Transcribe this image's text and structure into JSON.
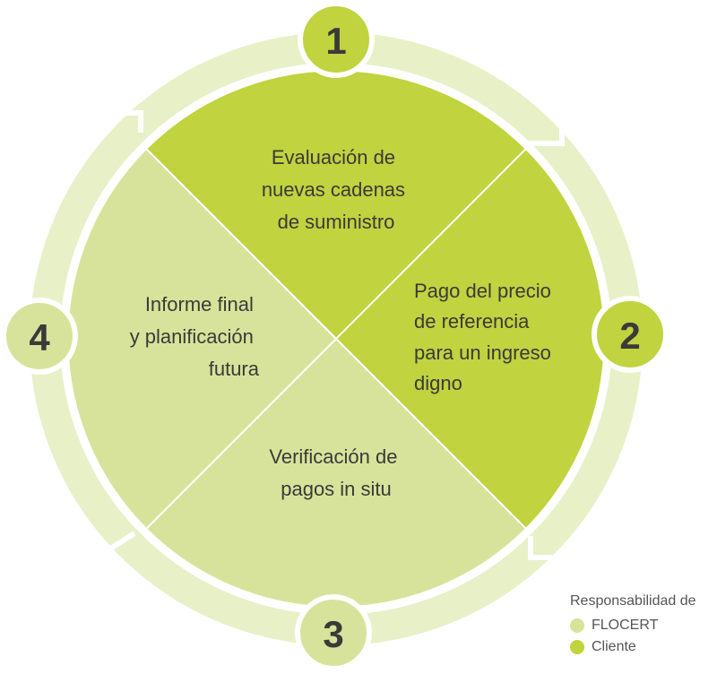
{
  "colors": {
    "ring": "#e8f0c8",
    "flocert": "#d7e39a",
    "cliente": "#c1d33e",
    "badge_stroke": "#ffffff",
    "text": "#3a3a3a"
  },
  "quadrants": [
    {
      "id": "top",
      "owner": "cliente",
      "lines": [
        "Evaluación de",
        "nuevas cadenas",
        "de suministro"
      ]
    },
    {
      "id": "right",
      "owner": "cliente",
      "lines": [
        "Pago del precio",
        "de referencia",
        "para un ingreso",
        "digno"
      ]
    },
    {
      "id": "bottom",
      "owner": "flocert",
      "lines": [
        "Verificación de",
        "pagos in situ"
      ]
    },
    {
      "id": "left",
      "owner": "flocert",
      "lines": [
        "Informe final",
        "y planificación",
        "futura"
      ]
    }
  ],
  "steps": [
    {
      "number": "1",
      "owner": "cliente"
    },
    {
      "number": "2",
      "owner": "cliente"
    },
    {
      "number": "3",
      "owner": "flocert"
    },
    {
      "number": "4",
      "owner": "flocert"
    }
  ],
  "legend": {
    "title": "Responsabilidad de",
    "items": [
      {
        "label": "FLOCERT",
        "color": "#d7e39a"
      },
      {
        "label": "Cliente",
        "color": "#c1d33e"
      }
    ]
  }
}
